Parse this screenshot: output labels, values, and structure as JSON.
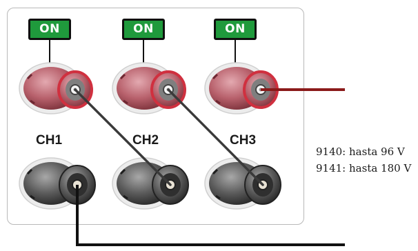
{
  "channels": [
    {
      "switch_label": "ON",
      "channel_label": "CH1",
      "switch_color": "#1f9a3c"
    },
    {
      "switch_label": "ON",
      "channel_label": "CH2",
      "switch_color": "#1f9a3c"
    },
    {
      "switch_label": "ON",
      "channel_label": "CH3",
      "switch_color": "#1f9a3c"
    }
  ],
  "terminal_colors": {
    "positive": "#b85a66",
    "negative": "#4a4a4a",
    "ring": "#d0303f"
  },
  "wire_colors": {
    "output_positive": "#8b1a1a",
    "output_negative": "#111111",
    "jumper": "#3a3a3a"
  },
  "notes": [
    {
      "model": "9140:",
      "range": "hasta 96 V"
    },
    {
      "model": "9141:",
      "range": "hasta 180 V"
    }
  ]
}
